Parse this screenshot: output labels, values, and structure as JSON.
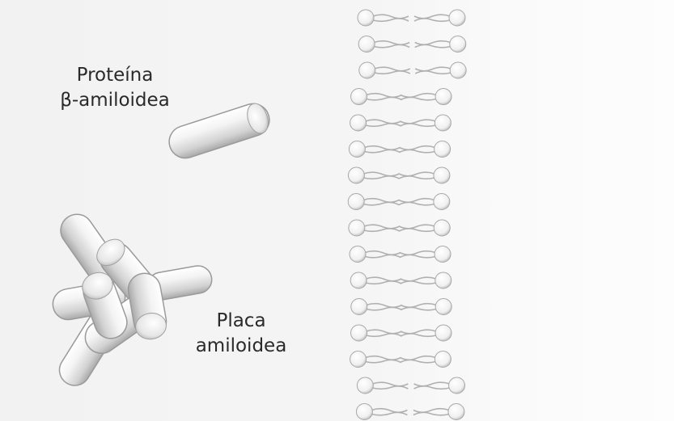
{
  "labels": {
    "protein_line1": "Proteína",
    "protein_line2": "β-amiloidea",
    "plaque_line1": "Placa",
    "plaque_line2": "amiloidea"
  },
  "colors": {
    "background": "#f3f3f3",
    "cylinder_light": "#ffffff",
    "cylinder_dark": "#b9b9b9",
    "lipid_head": "#ffffff",
    "lipid_tail": "#b0b0b0",
    "text": "#2a2a2a"
  },
  "membrane": {
    "rows": 16
  }
}
